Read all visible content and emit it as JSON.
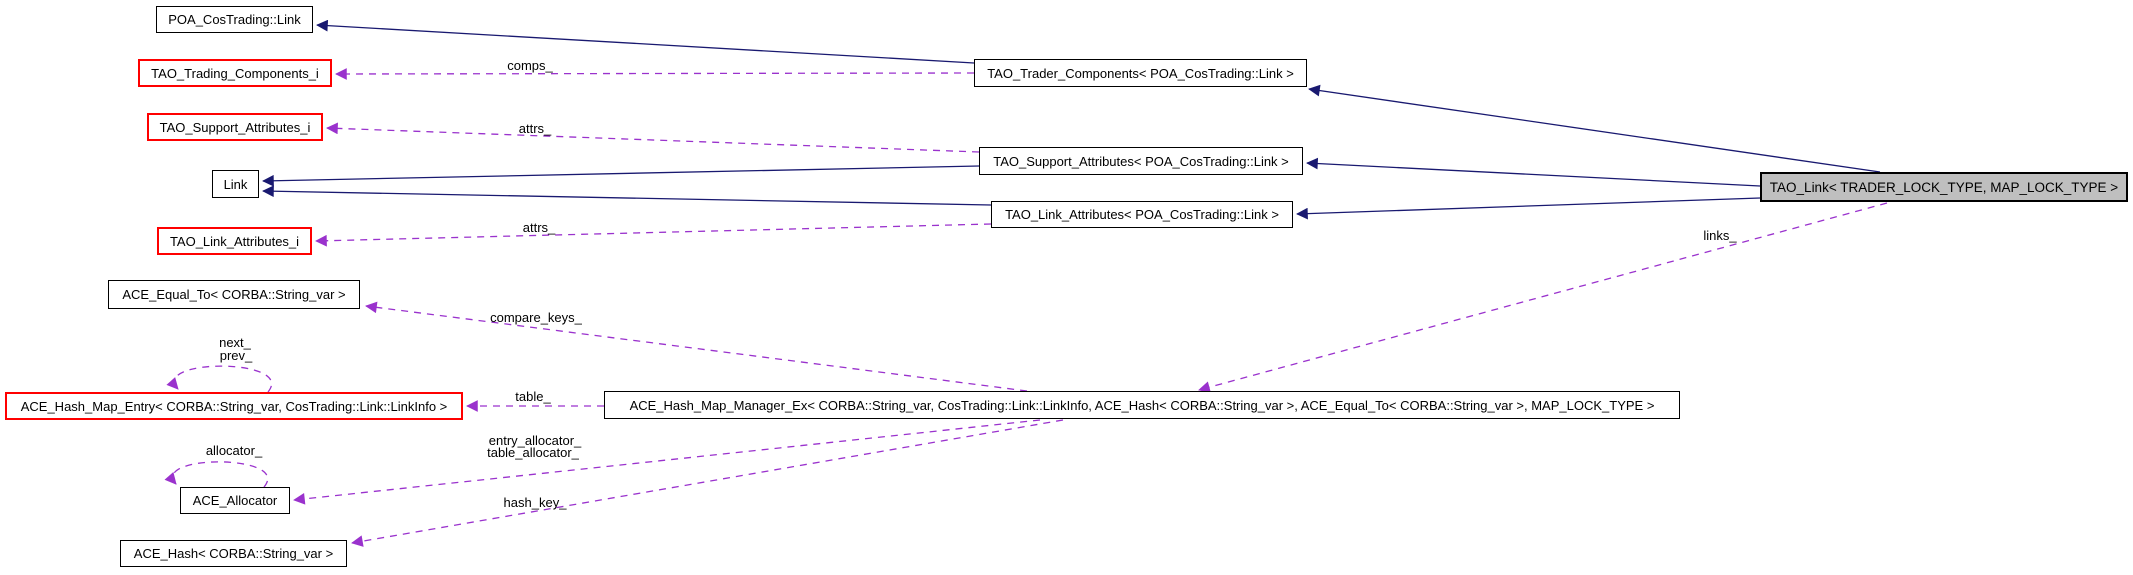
{
  "diagram": {
    "type": "doxygen-collaboration-diagram",
    "colors": {
      "inheritance_edge": "#191970",
      "usage_edge": "#9a32cd",
      "highlight_border": "#ff0000",
      "node_border": "#000000",
      "main_node_fill": "#bfbfbf",
      "node_fill": "#ffffff",
      "background": "#ffffff"
    },
    "nodes": [
      {
        "label": "POA_CosTrading::Link"
      },
      {
        "label": "TAO_Trading_Components_i"
      },
      {
        "label": "TAO_Support_Attributes_i"
      },
      {
        "label": "Link"
      },
      {
        "label": "TAO_Link_Attributes_i"
      },
      {
        "label": "ACE_Equal_To< CORBA::String_var >"
      },
      {
        "label": "ACE_Hash_Map_Entry< CORBA::String_var, CosTrading::Link::LinkInfo >"
      },
      {
        "label": "ACE_Allocator"
      },
      {
        "label": "ACE_Hash< CORBA::String_var >"
      },
      {
        "label": "TAO_Trader_Components< POA_CosTrading::Link >"
      },
      {
        "label": "TAO_Support_Attributes< POA_CosTrading::Link >"
      },
      {
        "label": "TAO_Link_Attributes< POA_CosTrading::Link >"
      },
      {
        "label": "ACE_Hash_Map_Manager_Ex< CORBA::String_var, CosTrading::Link::LinkInfo, ACE_Hash< CORBA::String_var >, ACE_Equal_To< CORBA::String_var >, MAP_LOCK_TYPE >"
      },
      {
        "label": "TAO_Link< TRADER_LOCK_TYPE, MAP_LOCK_TYPE >"
      }
    ],
    "edge_labels": {
      "comps": "comps_",
      "attrs_support": "attrs_",
      "attrs_link": "attrs_",
      "compare_keys": "compare_keys_",
      "table": "table_",
      "entry_allocator": "entry_allocator_",
      "table_allocator": "table_allocator_",
      "hash_key": "hash_key_",
      "links": "links_",
      "next": "next_",
      "prev": "prev_",
      "allocator": "allocator_"
    }
  }
}
